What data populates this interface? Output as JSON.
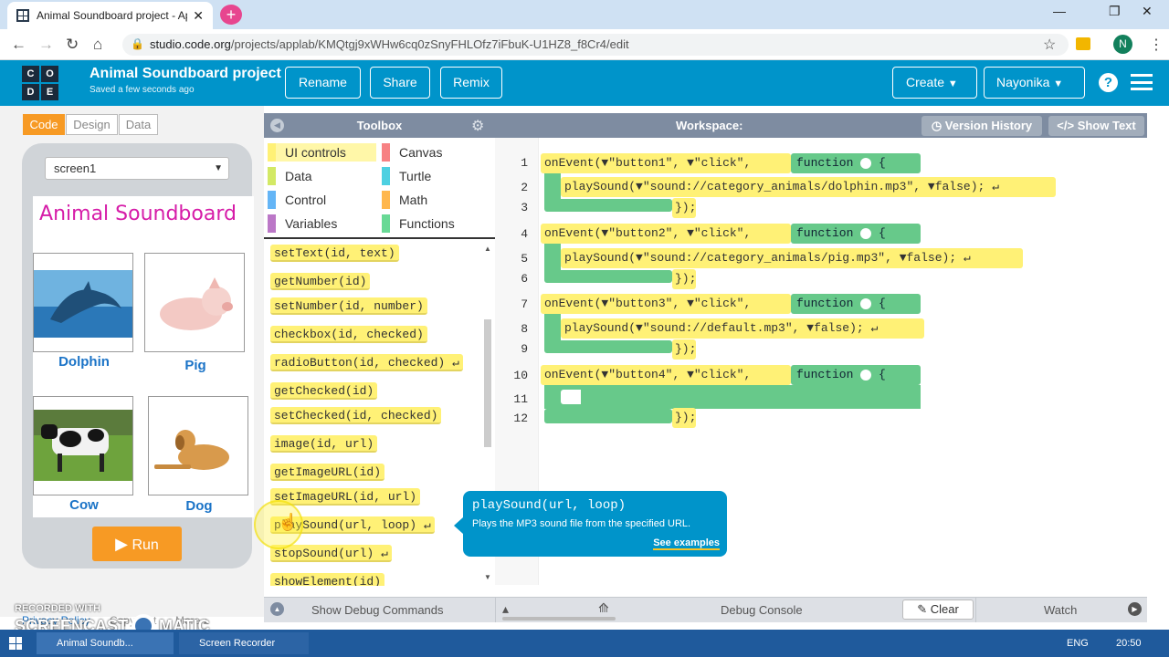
{
  "browser": {
    "tab_title": "Animal Soundboard project - App",
    "url_host": "studio.code.org",
    "url_path": "/projects/applab/KMQtgj9xWHw6cq0zSnyFHLOfz7iFbuK-U1HZ8_f8Cr4/edit",
    "profile_initial": "N"
  },
  "header": {
    "logo_letters": [
      "C",
      "O",
      "D",
      "E"
    ],
    "project_title": "Animal Soundboard project",
    "saved_status": "Saved a few seconds ago",
    "rename": "Rename",
    "share": "Share",
    "remix": "Remix",
    "create": "Create",
    "user": "Nayonika",
    "help": "?"
  },
  "mode_tabs": [
    "Code",
    "Design",
    "Data"
  ],
  "app": {
    "screen_select": "screen1",
    "title": "Animal Soundboard",
    "animals": [
      "Dolphin",
      "Pig",
      "Cow",
      "Dog"
    ],
    "run": "Run"
  },
  "toolbox": {
    "title": "Toolbox",
    "categories": [
      {
        "label": "UI controls",
        "color": "#fff176"
      },
      {
        "label": "Canvas",
        "color": "#f78183"
      },
      {
        "label": "Data",
        "color": "#d3e965"
      },
      {
        "label": "Turtle",
        "color": "#4dd0e1"
      },
      {
        "label": "Control",
        "color": "#64b5f6"
      },
      {
        "label": "Math",
        "color": "#ffb74d"
      },
      {
        "label": "Variables",
        "color": "#bb77c7"
      },
      {
        "label": "Functions",
        "color": "#68d995"
      }
    ],
    "blocks": [
      "setText(id, text)",
      "getNumber(id)",
      "setNumber(id, number)",
      "checkbox(id, checked)",
      "radioButton(id, checked) ↵",
      "getChecked(id)",
      "setChecked(id, checked)",
      "image(id, url)",
      "getImageURL(id)",
      "setImageURL(id, url)",
      "playSound(url, loop) ↵",
      "stopSound(url) ↵",
      "showElement(id)"
    ]
  },
  "workspace": {
    "title": "Workspace:",
    "version_history": "Version History",
    "show_text": "Show Text",
    "line_numbers": [
      "1",
      "2",
      "3",
      "4",
      "5",
      "6",
      "7",
      "8",
      "9",
      "10",
      "11",
      "12"
    ],
    "events": [
      {
        "id": "\"button1\"",
        "evt": "\"click\"",
        "sound": "\"sound://category_animals/dolphin.mp3\"",
        "loop": "false"
      },
      {
        "id": "\"button2\"",
        "evt": "\"click\"",
        "sound": "\"sound://category_animals/pig.mp3\"",
        "loop": "false"
      },
      {
        "id": "\"button3\"",
        "evt": "\"click\"",
        "sound": "\"sound://default.mp3\"",
        "loop": "false"
      },
      {
        "id": "\"button4\"",
        "evt": "\"click\""
      }
    ],
    "on_event": "onEvent(",
    "function_kw": "function",
    "brace_open": "{",
    "close": "});",
    "play_sound": "playSound(",
    "play_end": "); ↵"
  },
  "tooltip": {
    "signature": "playSound(url, loop)",
    "description": "Plays the MP3 sound file from the specified URL.",
    "examples": "See examples"
  },
  "debug": {
    "show_debug": "Show Debug Commands",
    "console": "Debug Console",
    "clear": "Clear",
    "watch": "Watch"
  },
  "watermark": {
    "line1": "RECORDED WITH",
    "line2": "SCREENCAST",
    "line3": "MATIC"
  },
  "footer": {
    "privacy": "Privacy Policy",
    "copyright": "Copyright",
    "more": "More ▴"
  },
  "taskbar": {
    "item1": "Animal Soundb...",
    "item2": "Screen Recorder",
    "lang": "ENG",
    "time": "20:50"
  }
}
